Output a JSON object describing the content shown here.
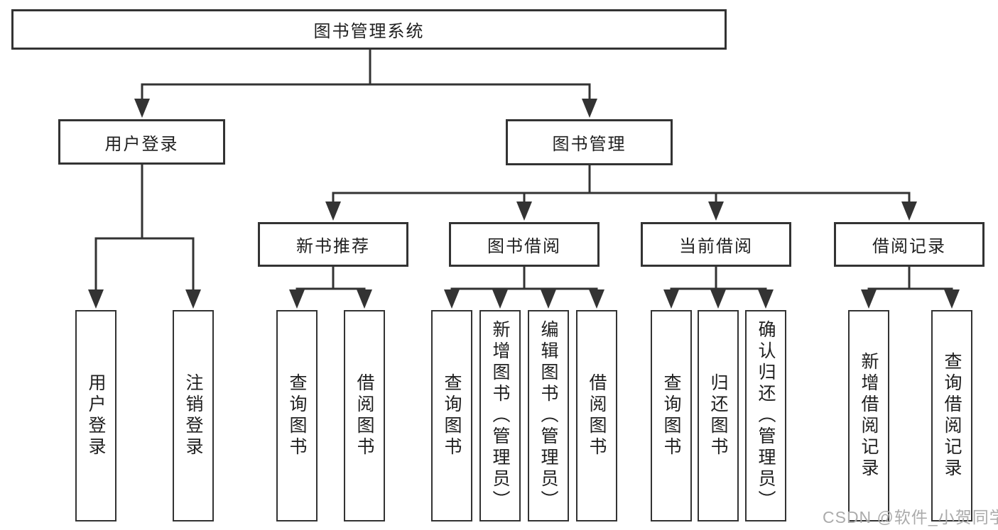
{
  "diagram": {
    "root": "图书管理系统",
    "branches": [
      {
        "label": "用户登录",
        "children": [
          "用户登录",
          "注销登录"
        ]
      },
      {
        "label": "图书管理",
        "groups": [
          {
            "label": "新书推荐",
            "children": [
              "查询图书",
              "借阅图书"
            ]
          },
          {
            "label": "图书借阅",
            "children": [
              "查询图书",
              "新增图书（管理员）",
              "编辑图书（管理员）",
              "借阅图书"
            ]
          },
          {
            "label": "当前借阅",
            "children": [
              "查询图书",
              "归还图书",
              "确认归还（管理员）"
            ]
          },
          {
            "label": "借阅记录",
            "children": [
              "新增借阅记录",
              "查询借阅记录"
            ]
          }
        ]
      }
    ]
  },
  "watermark": "CSDN @软件_小贺同学",
  "colors": {
    "line": "#333333",
    "text": "#1f1f1f",
    "watermark": "#ababab",
    "background": "#ffffff"
  }
}
